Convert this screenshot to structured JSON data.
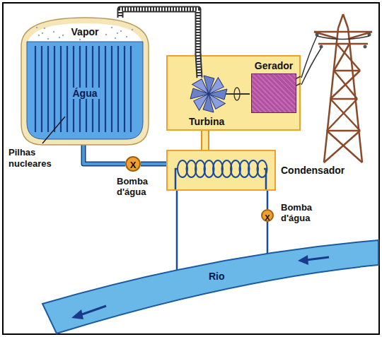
{
  "diagram": {
    "nodes": [
      {
        "text": [
          "Vapor",
          "Água"
        ]
      },
      {
        "text": [
          "Turbina"
        ]
      },
      {
        "text": [
          "Gerador"
        ],
        "in": 1
      },
      {
        "text": [
          "X",
          "Bomba d'água"
        ]
      },
      {
        "text": [
          "Condensador"
        ]
      },
      {
        "text": [
          "X",
          "Bomba d'água"
        ]
      },
      {
        "text": [
          "Rio"
        ]
      }
    ],
    "edges": [
      {
        "from": 0,
        "to": 1,
        "arrow": "none"
      },
      {
        "from": 0,
        "to": 3,
        "arrow": "none"
      },
      {
        "from": 3,
        "to": 4,
        "arrow": "none"
      },
      {
        "from": 1,
        "to": 4,
        "arrow": "none"
      },
      {
        "from": 4,
        "to": 6,
        "arrow": "none"
      },
      {
        "from": 4,
        "to": 5,
        "arrow": "none"
      },
      {
        "from": 5,
        "to": 6,
        "arrow": "none"
      }
    ],
    "labels": [
      "Pilhas nucleares"
    ]
  }
}
